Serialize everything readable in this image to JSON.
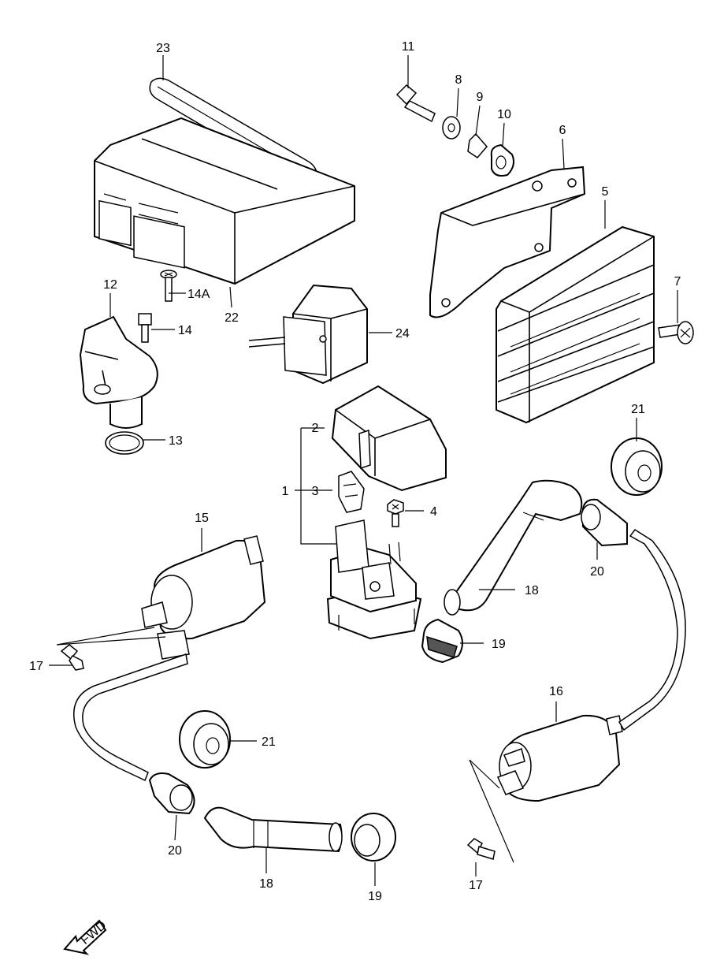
{
  "callouts": {
    "c1": "1",
    "c2": "2",
    "c3": "3",
    "c4": "4",
    "c5": "5",
    "c6": "6",
    "c7": "7",
    "c8": "8",
    "c9": "9",
    "c10": "10",
    "c11": "11",
    "c12": "12",
    "c13": "13",
    "c14": "14",
    "c14a": "14A",
    "c15": "15",
    "c16": "16",
    "c17a": "17",
    "c17b": "17",
    "c18a": "18",
    "c18b": "18",
    "c19a": "19",
    "c19b": "19",
    "c20a": "20",
    "c20b": "20",
    "c21a": "21",
    "c21b": "21",
    "c22": "22",
    "c23": "23",
    "c24": "24"
  },
  "direction": {
    "label": "FWD",
    "icon": "forward-arrow-icon"
  }
}
